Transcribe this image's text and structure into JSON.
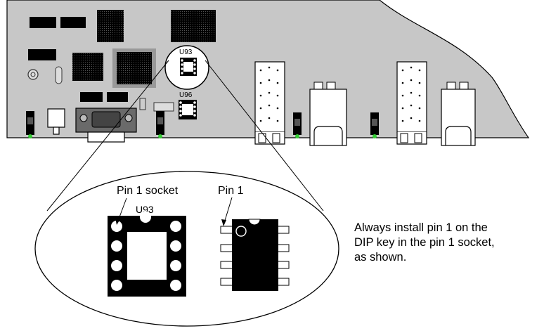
{
  "board": {
    "chip_labels": [
      "U93",
      "U96"
    ]
  },
  "detail": {
    "socket_heading": "Pin 1 socket",
    "socket_label": "U93",
    "pin1_label": "Pin 1"
  },
  "instruction": {
    "lines": [
      "Always install pin 1 on the",
      "DIP key in the pin 1 socket,",
      "as shown."
    ]
  }
}
